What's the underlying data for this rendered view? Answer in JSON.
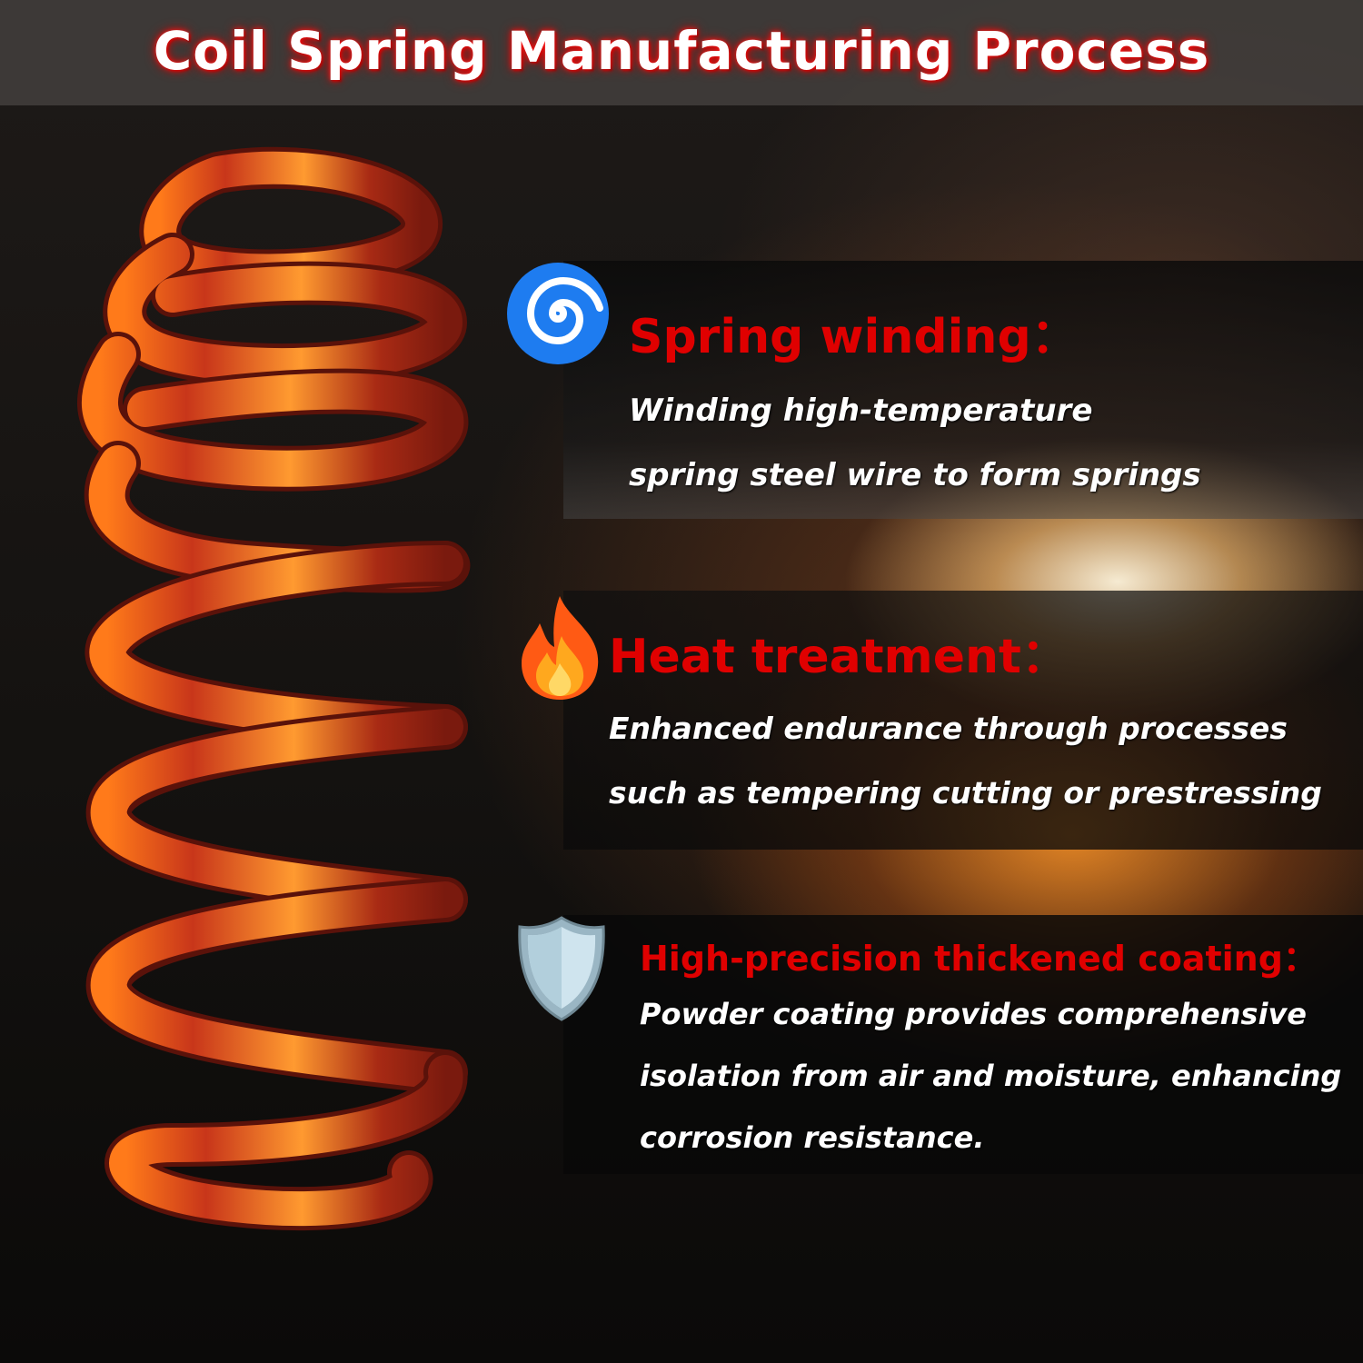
{
  "title": "Coil Spring Manufacturing Process",
  "colors": {
    "heading_red": "#e00000",
    "title_glow": "#ff1a1a",
    "icon_blue": "#1e7cf0"
  },
  "steps": [
    {
      "icon": "spiral-icon",
      "heading": "Spring winding：",
      "lines": [
        "Winding high-temperature",
        "spring steel wire to form springs"
      ]
    },
    {
      "icon": "flame-icon",
      "heading": "Heat treatment：",
      "lines": [
        "Enhanced endurance through processes",
        "such as tempering cutting or prestressing"
      ]
    },
    {
      "icon": "shield-icon",
      "heading": "High-precision thickened coating：",
      "lines": [
        "Powder coating provides comprehensive",
        "isolation from air and moisture, enhancing",
        "corrosion resistance."
      ]
    }
  ]
}
